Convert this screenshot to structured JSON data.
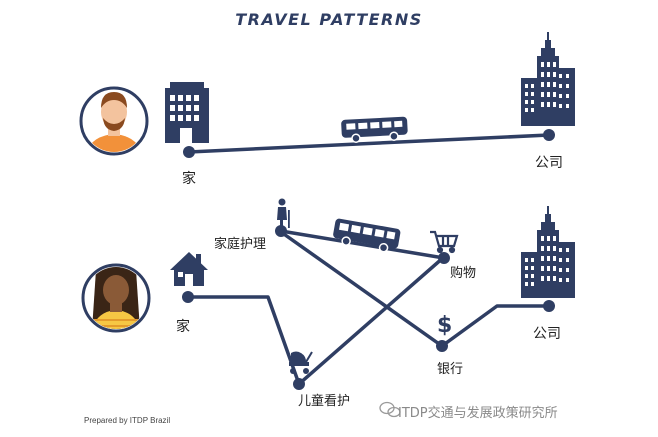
{
  "title": "TRAVEL PATTERNS",
  "labels": {
    "home_top": "家",
    "company_top": "公司",
    "care": "家庭护理",
    "shopping": "购物",
    "home_bottom": "家",
    "bank": "银行",
    "company_bottom": "公司",
    "childcare": "儿童看护"
  },
  "credit": "Prepared by ITDP Brazil",
  "watermark": "ITDP交通与发展政策研究所",
  "colors": {
    "navy": "#2f3e63",
    "orange": "#f2913a",
    "yellow": "#f6c744",
    "skin_light": "#f3c39e",
    "skin_dark": "#8a5a37"
  }
}
